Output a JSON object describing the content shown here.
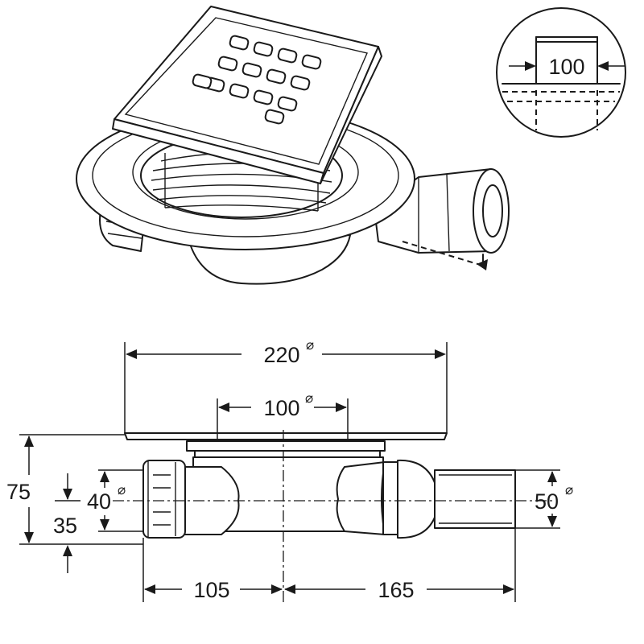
{
  "drawing": {
    "inset": {
      "width_label": "100"
    },
    "dimensions": {
      "flange_diameter": "220",
      "grate_diameter": "100",
      "total_height": "75",
      "outlet_height": "35",
      "inlet_diameter": "40",
      "outlet_diameter": "50",
      "left_length": "105",
      "right_length": "165"
    },
    "diameter_symbol": "⌀"
  }
}
